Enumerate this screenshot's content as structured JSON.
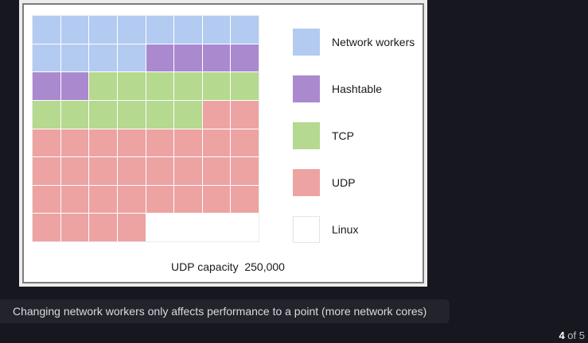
{
  "chart_data": {
    "type": "waffle",
    "grid": [
      8,
      8
    ],
    "categories": [
      {
        "name": "Network workers",
        "color": "#b3cbf1",
        "cells": 12
      },
      {
        "name": "Hashtable",
        "color": "#ab89cf",
        "cells": 6
      },
      {
        "name": "TCP",
        "color": "#b5d98e",
        "cells": 12
      },
      {
        "name": "UDP",
        "color": "#eda3a2",
        "cells": 30
      },
      {
        "name": "Linux",
        "color": "#ffffff",
        "cells": 4
      }
    ],
    "legend_position": "right",
    "caption_label": "UDP capacity",
    "caption_value": "250,000"
  },
  "caption": "Changing network workers only affects performance to a point (more network cores)",
  "counter": {
    "current": "4",
    "of_label": "of",
    "total": "5"
  }
}
